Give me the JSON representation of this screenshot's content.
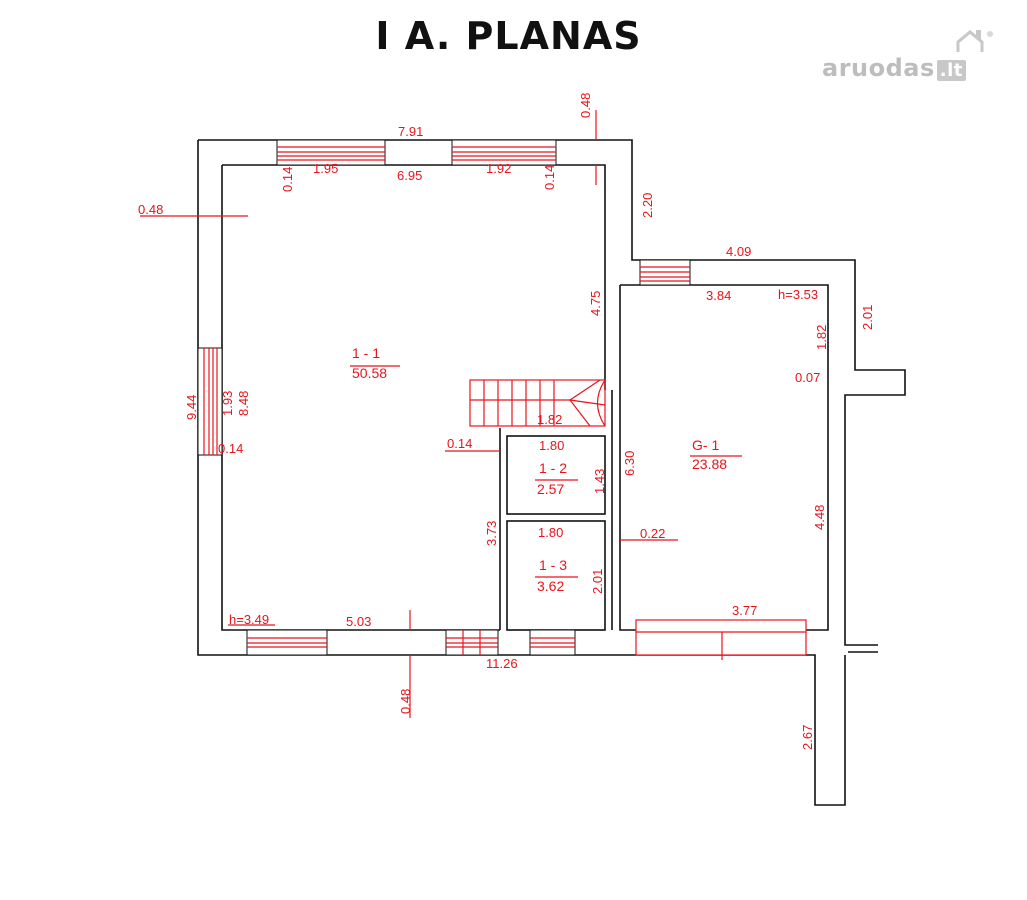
{
  "title": "I A. PLANAS",
  "logo": {
    "name": "aruodas",
    "tld": ".lt"
  },
  "rooms": [
    {
      "id": "1-1",
      "label": "1 - 1",
      "area": "50.58"
    },
    {
      "id": "1-2",
      "label": "1 - 2",
      "area": "2.57"
    },
    {
      "id": "1-3",
      "label": "1 - 3",
      "area": "3.62"
    },
    {
      "id": "G-1",
      "label": "G- 1",
      "area": "23.88"
    }
  ],
  "dimensions": {
    "top_overall": "7.91",
    "top_inner": "6.95",
    "top_window_left": "1.95",
    "top_window_right": "1.92",
    "top_jamb_left": "0.14",
    "top_jamb_right": "0.14",
    "top_wall": "0.48",
    "right_upper": "2.20",
    "stair_side": "4.75",
    "garage_top_outer": "4.09",
    "garage_top_inner": "3.84",
    "garage_height": "h=3.53",
    "garage_right_outer": "2.01",
    "garage_right_inner": "1.82",
    "garage_right_offset": "0.07",
    "left_wall": "0.48",
    "left_outer": "9.44",
    "left_window": "1.93",
    "left_inner": "8.48",
    "left_jamb": "0.14",
    "stair_width": "1.82",
    "partition": "0.14",
    "room12_width": "1.80",
    "room12_depth": "1.43",
    "room_height_side": "6.30",
    "garage_depth": "4.48",
    "corridor_side": "3.73",
    "room13_width": "1.80",
    "room13_depth": "2.01",
    "garage_wall": "0.22",
    "bottom_height": "h=3.49",
    "bottom_inner": "5.03",
    "bottom_wall": "0.48",
    "bottom_overall": "11.26",
    "garage_door": "3.77",
    "fence": "2.67"
  }
}
